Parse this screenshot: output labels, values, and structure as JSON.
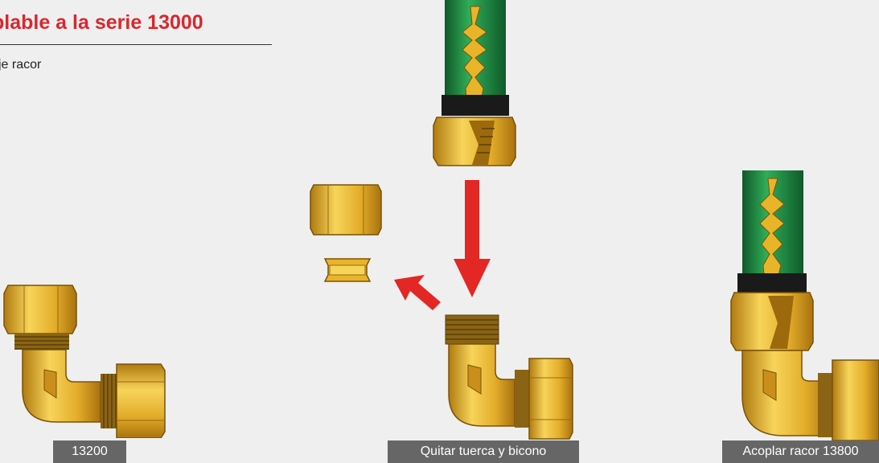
{
  "header": {
    "title": "plable a la serie 13000",
    "subtitle": "je racor"
  },
  "captions": [
    "13200",
    "Quitar tuerca y bicono",
    "Acoplar racor 13800"
  ],
  "colors": {
    "title_red": "#d7282f",
    "caption_bg": "#666666",
    "brass": "#e9b72c",
    "hose_green": "#1f8f45",
    "arrow_red": "#e32724",
    "background": "#efefef"
  },
  "icons": [
    "elbow-fitting-icon",
    "hose-fitting-icon",
    "hex-nut-icon",
    "ferrule-icon",
    "down-arrow-icon",
    "diagonal-arrow-icon"
  ]
}
